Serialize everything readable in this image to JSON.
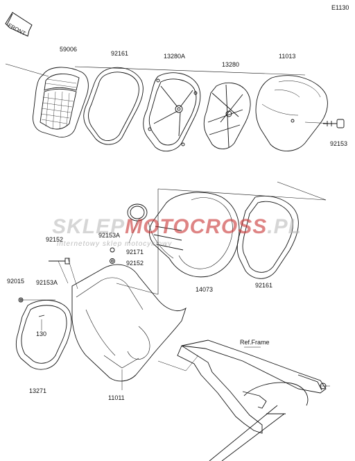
{
  "diagram_code": "E1130",
  "front_label": "FRONT",
  "frame_reference": "Ref.Frame",
  "watermark": {
    "brand_left": "SKLEP",
    "brand_mid": "MOTO",
    "brand_right": "CROSS",
    "brand_tld": ".PL",
    "tagline": "internetowy sklep motocyklowy"
  },
  "part_numbers": {
    "p59006": "59006",
    "p92161_top": "92161",
    "p13280A": "13280A",
    "p13280": "13280",
    "p11013": "11013",
    "p92153": "92153",
    "p92153A_mid": "92153A",
    "p92152_left": "92152",
    "p92171": "92171",
    "p92152_mid": "92152",
    "p92153A_left": "92153A",
    "p92015": "92015",
    "p130": "130",
    "p13271": "13271",
    "p11011": "11011",
    "p14073": "14073",
    "p92161_bottom": "92161"
  }
}
